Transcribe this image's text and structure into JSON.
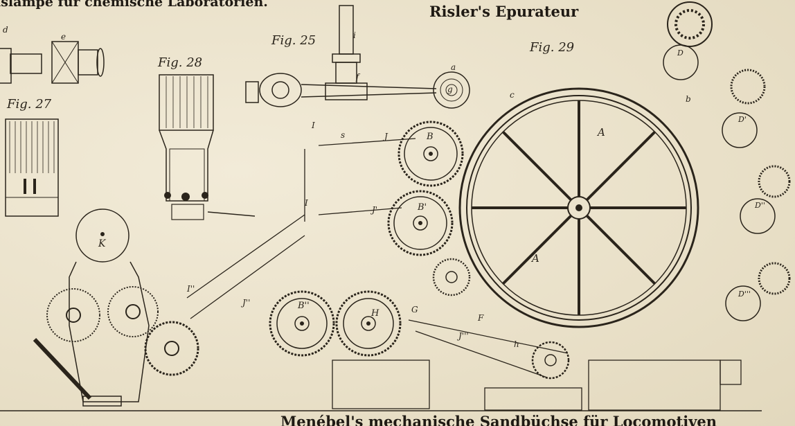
{
  "captions": {
    "top_left": "islampe für chemische Laboratorien.",
    "top_right": "Risler's Epurateur",
    "bottom": "Menébel's mechanische Sandbüchse für Locomotiven"
  },
  "figure_labels": {
    "fig25": "Fig. 25",
    "fig27": "Fig. 27",
    "fig28": "Fig. 28",
    "fig29": "Fig. 29"
  },
  "part_letters": {
    "A1": "A",
    "A2": "A",
    "B": "B",
    "B1": "B'",
    "B2": "B''",
    "D": "D",
    "D1": "D'",
    "D2": "D''",
    "D3": "D'''",
    "K": "K",
    "H": "H",
    "G": "G",
    "F": "F",
    "I": "I",
    "I1": "I",
    "I2": "I''",
    "J": "J",
    "J1": "J'",
    "J2": "J''",
    "J3": "J'''",
    "a": "a",
    "c": "c",
    "d": "d",
    "e": "e",
    "f": "f",
    "g": "g",
    "i": "i",
    "b": "b",
    "h": "h",
    "s": "s"
  },
  "colors": {
    "paper": "#ece4cf",
    "ink": "#2a241b"
  }
}
